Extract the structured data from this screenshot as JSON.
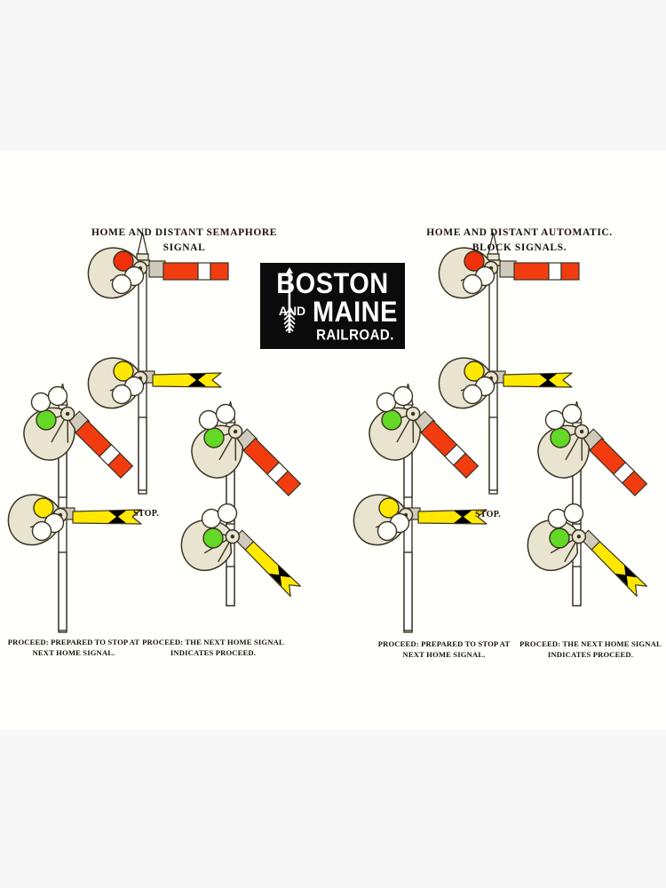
{
  "poster": {
    "background_color": "#f7f7f7",
    "artboard_color": "#fffffb",
    "titles": {
      "left": "HOME  AND  DISTANT  SEMAPHORE SIGNAL",
      "left_line1": "HOME  AND  DISTANT  SEMAPHORE",
      "left_line2": "SIGNAL",
      "right_line1": "HOME AND DISTANT AUTOMATIC.",
      "right_line2": "BLOCK      SIGNALS."
    },
    "herald": {
      "word_boston": "BOSTON",
      "word_and": "AND",
      "word_maine": "MAINE",
      "word_railroad": "RAILROAD.",
      "background_color": "#0b0b0b",
      "text_color": "#ffffff",
      "arrow_icon": "downward-arrow-icon"
    },
    "labels": {
      "stop_left": "STOP.",
      "stop_right": "STOP."
    },
    "captions": {
      "left_group_1": "PROCEED:  PREPARED  TO STOP  AT  NEXT  HOME SIGNAL.",
      "left_group_2": "PROCEED: THE NEXT HOME SIGNAL  INDICATES PROCEED.",
      "right_group_1": "PROCEED: PREPARED TO STOP AT NEXT HOME SIGNAL.",
      "right_group_2": "PROCEED: THE  NEXT  HOME SIGNAL INDICATES PROCEED."
    },
    "colors": {
      "red_blade": "#f23c10",
      "yellow_blade": "#ffe800",
      "green_lens": "#64d826",
      "red_lens": "#f2300a",
      "yellow_lens": "#ffe800",
      "casting": "#e8e4cf",
      "outline": "#3a3322",
      "mast": "#ffffff",
      "black": "#000000",
      "white": "#ffffff",
      "text": "#1a1208"
    },
    "signal_groups": [
      {
        "name": "semaphore-stop",
        "side": "left",
        "home_arm": {
          "angle_deg": 0,
          "blade": "red-white-red",
          "lens": "red"
        },
        "distant_arm": {
          "angle_deg": 0,
          "blade": "yellow-fishtail",
          "lens": "yellow"
        },
        "indication": "STOP."
      },
      {
        "name": "semaphore-proceed-prepared-to-stop",
        "side": "left",
        "home_arm": {
          "angle_deg": 45,
          "blade": "red-white-red",
          "lens": "green"
        },
        "distant_arm": {
          "angle_deg": 0,
          "blade": "yellow-fishtail",
          "lens": "yellow"
        },
        "indication": "PROCEED:  PREPARED  TO STOP  AT  NEXT  HOME SIGNAL."
      },
      {
        "name": "semaphore-proceed-clear",
        "side": "left",
        "home_arm": {
          "angle_deg": 45,
          "blade": "red-white-red",
          "lens": "green"
        },
        "distant_arm": {
          "angle_deg": 45,
          "blade": "yellow-fishtail",
          "lens": "green"
        },
        "indication": "PROCEED: THE NEXT HOME SIGNAL  INDICATES PROCEED."
      },
      {
        "name": "automatic-block-stop",
        "side": "right",
        "home_arm": {
          "angle_deg": 0,
          "blade": "red-white-red",
          "lens": "red"
        },
        "distant_arm": {
          "angle_deg": 0,
          "blade": "yellow-fishtail",
          "lens": "yellow"
        },
        "indication": "STOP."
      },
      {
        "name": "automatic-block-proceed-prepared-to-stop",
        "side": "right",
        "home_arm": {
          "angle_deg": 45,
          "blade": "red-white-red",
          "lens": "green"
        },
        "distant_arm": {
          "angle_deg": 0,
          "blade": "yellow-fishtail",
          "lens": "yellow"
        },
        "indication": "PROCEED: PREPARED TO STOP AT NEXT HOME SIGNAL."
      },
      {
        "name": "automatic-block-proceed-clear",
        "side": "right",
        "home_arm": {
          "angle_deg": 45,
          "blade": "red-white-red",
          "lens": "green"
        },
        "distant_arm": {
          "angle_deg": 45,
          "blade": "yellow-fishtail",
          "lens": "green"
        },
        "indication": "PROCEED: THE  NEXT  HOME SIGNAL INDICATES PROCEED."
      }
    ]
  }
}
